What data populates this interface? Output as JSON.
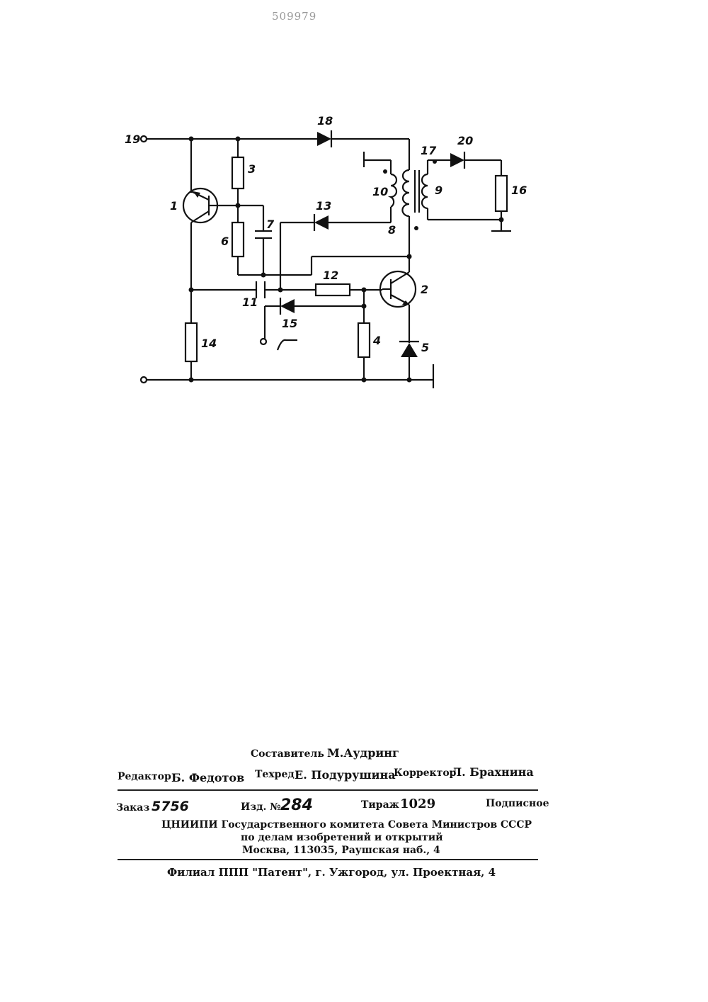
{
  "header": {
    "patent_number": "509979"
  },
  "schematic": {
    "component_labels": {
      "c1": "1",
      "c2": "2",
      "c3": "3",
      "c4": "4",
      "c5": "5",
      "c6": "6",
      "c7": "7",
      "c8": "8",
      "c9": "9",
      "c10": "10",
      "c11": "11",
      "c12": "12",
      "c13": "13",
      "c14": "14",
      "c15": "15",
      "c16": "16",
      "c17": "17",
      "c18": "18",
      "c19": "19",
      "c20": "20"
    }
  },
  "imprint": {
    "compiler_label": "Составитель",
    "compiler_name": "М.Аудринг",
    "editor_label": "Редактор",
    "editor_name": "Б. Федотов",
    "techred_label": "Техред",
    "techred_name": "Е. Подурушина",
    "corrector_label": "Корректор",
    "corrector_name": "Л. Брахнина",
    "order_label": "Заказ",
    "order_value": "5756",
    "edition_label": "Изд. №",
    "edition_value": "284",
    "print_run_label": "Тираж",
    "print_run_value": "1029",
    "subscription": "Подписное",
    "org_line1": "ЦНИИПИ Государственного комитета Совета Министров СССР",
    "org_line2": "по делам изобретений и открытий",
    "org_line3": "Москва, 113035, Раушская наб., 4",
    "branch_line": "Филиал ППП \"Патент\", г. Ужгород, ул. Проектная, 4"
  }
}
